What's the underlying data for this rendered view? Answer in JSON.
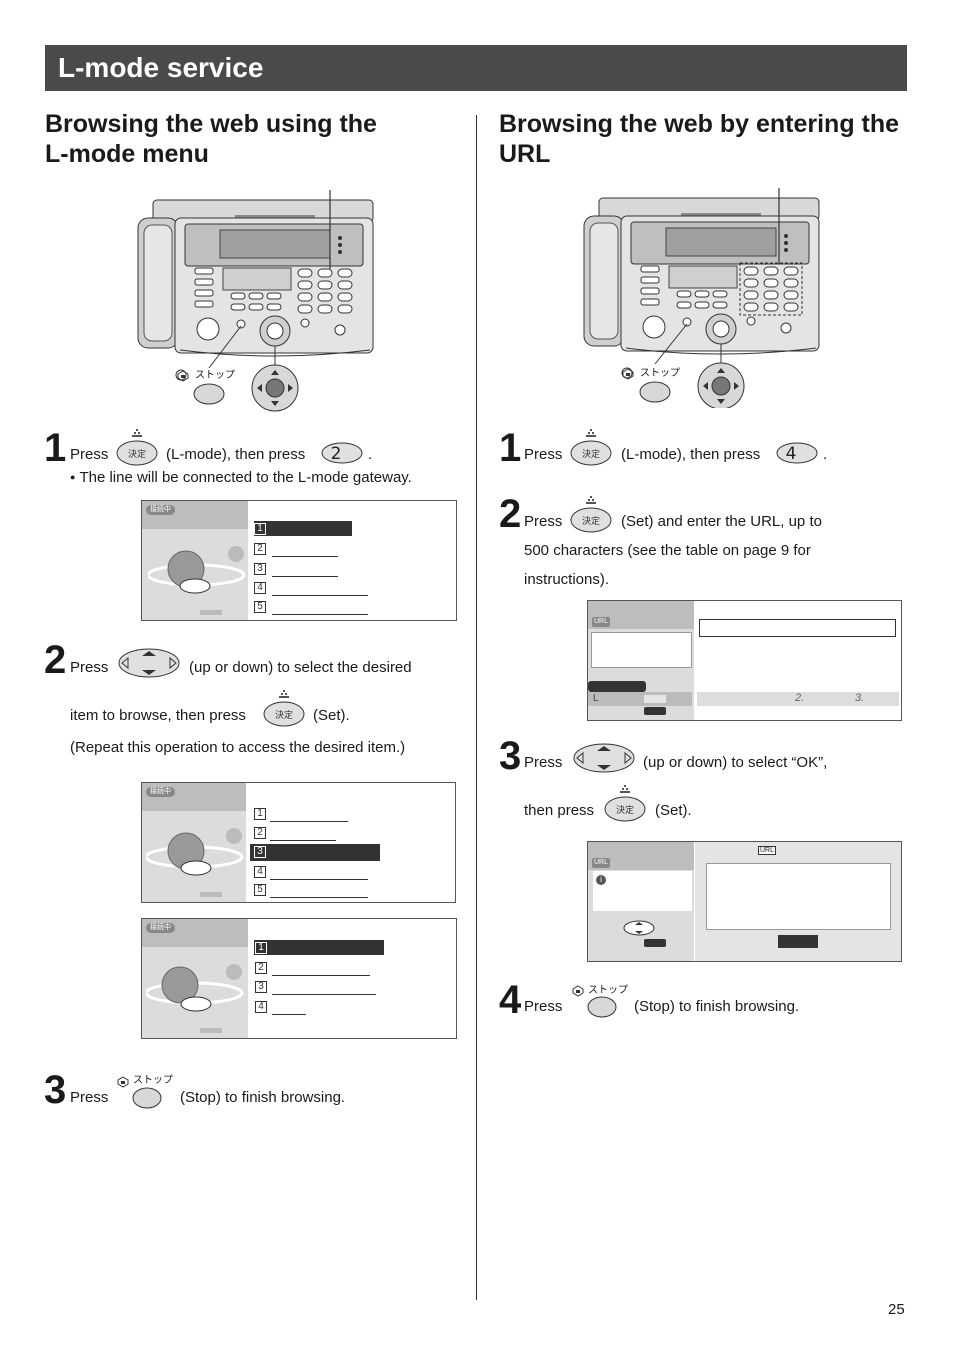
{
  "header": {
    "title": "L-mode service"
  },
  "left": {
    "heading_line1": "Browsing the web using the",
    "heading_line2": "L-mode menu",
    "figure": {
      "stop_label": "ストップ"
    },
    "step1": {
      "number": "1",
      "press": "Press",
      "mid": "(L-mode), then press",
      "end": ".",
      "note": "The line will be connected to the L-mode gateway.",
      "key1_label": "決定",
      "key2_label": "2"
    },
    "screen1": {
      "tag": "接続中",
      "items": [
        "1",
        "2",
        "3",
        "4",
        "5"
      ]
    },
    "step2": {
      "number": "2",
      "press": "Press",
      "line1_rest": "(up or down) to select the desired",
      "line2_start": "item to browse, then press",
      "line2_end": "(Set).",
      "line3": "(Repeat this operation to access the desired item.)",
      "key_label": "決定"
    },
    "screen2": {
      "tag": "接続中",
      "items": [
        "1",
        "2",
        "3",
        "4",
        "5"
      ]
    },
    "screen3": {
      "tag": "接続中",
      "items": [
        "1",
        "2",
        "3",
        "4"
      ]
    },
    "step3": {
      "number": "3",
      "press": "Press",
      "stop_label": "ストップ",
      "rest": "(Stop) to finish browsing."
    }
  },
  "right": {
    "heading_line1": "Browsing the web by entering the",
    "heading_line2": "URL",
    "figure": {
      "stop_label": "ストップ"
    },
    "step1": {
      "number": "1",
      "press": "Press",
      "mid": "(L-mode), then press",
      "end": ".",
      "key1_label": "決定",
      "key2_label": "4"
    },
    "step2": {
      "number": "2",
      "press": "Press",
      "line1_rest": "(Set) and enter the URL, up to",
      "line2": "500 characters (see the table on page 9 for",
      "line3": "instructions).",
      "key_label": "決定"
    },
    "screen1": {
      "tag": "URL",
      "footer_left": "L",
      "footer_n2": "2.",
      "footer_n3": "3."
    },
    "step3": {
      "number": "3",
      "press": "Press",
      "line1_rest": "(up or down) to select “OK”,",
      "line2_start": "then press",
      "line2_end": "(Set).",
      "key_label": "決定"
    },
    "screen2": {
      "tag": "URL",
      "info": "i",
      "top_tag": "URL"
    },
    "step4": {
      "number": "4",
      "press": "Press",
      "stop_label": "ストップ",
      "rest": "(Stop) to finish browsing."
    }
  },
  "footer": {
    "page_number": "25"
  }
}
